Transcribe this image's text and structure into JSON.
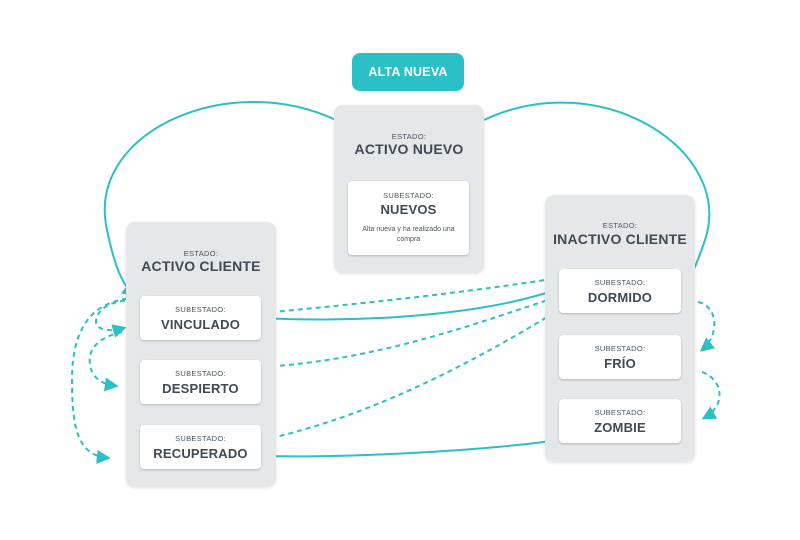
{
  "colors": {
    "accent": "#2bbfc6",
    "panel": "#e6e7e9",
    "text": "#3f4a55"
  },
  "alta_nueva": "ALTA NUEVA",
  "estados": {
    "activo_nuevo": {
      "label": "ESTADO:",
      "name": "ACTIVO NUEVO",
      "sub": {
        "label": "SUBESTADO:",
        "name": "NUEVOS",
        "desc": "Alta nueva y ha realizado una compra"
      }
    },
    "activo_cliente": {
      "label": "ESTADO:",
      "name": "ACTIVO CLIENTE",
      "subs": [
        {
          "label": "SUBESTADO:",
          "name": "VINCULADO"
        },
        {
          "label": "SUBESTADO:",
          "name": "DESPIERTO"
        },
        {
          "label": "SUBESTADO:",
          "name": "RECUPERADO"
        }
      ]
    },
    "inactivo_cliente": {
      "label": "ESTADO:",
      "name": "INACTIVO CLIENTE",
      "subs": [
        {
          "label": "SUBESTADO:",
          "name": "DORMIDO"
        },
        {
          "label": "SUBESTADO:",
          "name": "FRÍO"
        },
        {
          "label": "SUBESTADO:",
          "name": "ZOMBIE"
        }
      ]
    }
  }
}
